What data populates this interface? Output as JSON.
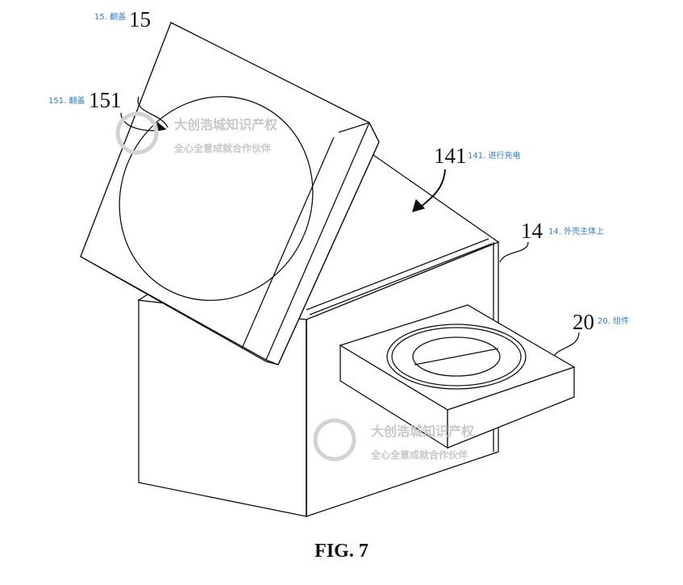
{
  "figure": {
    "caption": "FIG. 7",
    "refs": [
      {
        "num": "15",
        "label": "15. 翻盖"
      },
      {
        "num": "151",
        "label": "151. 翻盖"
      },
      {
        "num": "141",
        "label": "141. 进行充电"
      },
      {
        "num": "14",
        "label": "14. 外壳主体上"
      },
      {
        "num": "20",
        "label": "20. 组件"
      }
    ],
    "watermark": {
      "line1": "大创浩城知识产权",
      "line2": "全心全意成就合作伙伴"
    }
  }
}
